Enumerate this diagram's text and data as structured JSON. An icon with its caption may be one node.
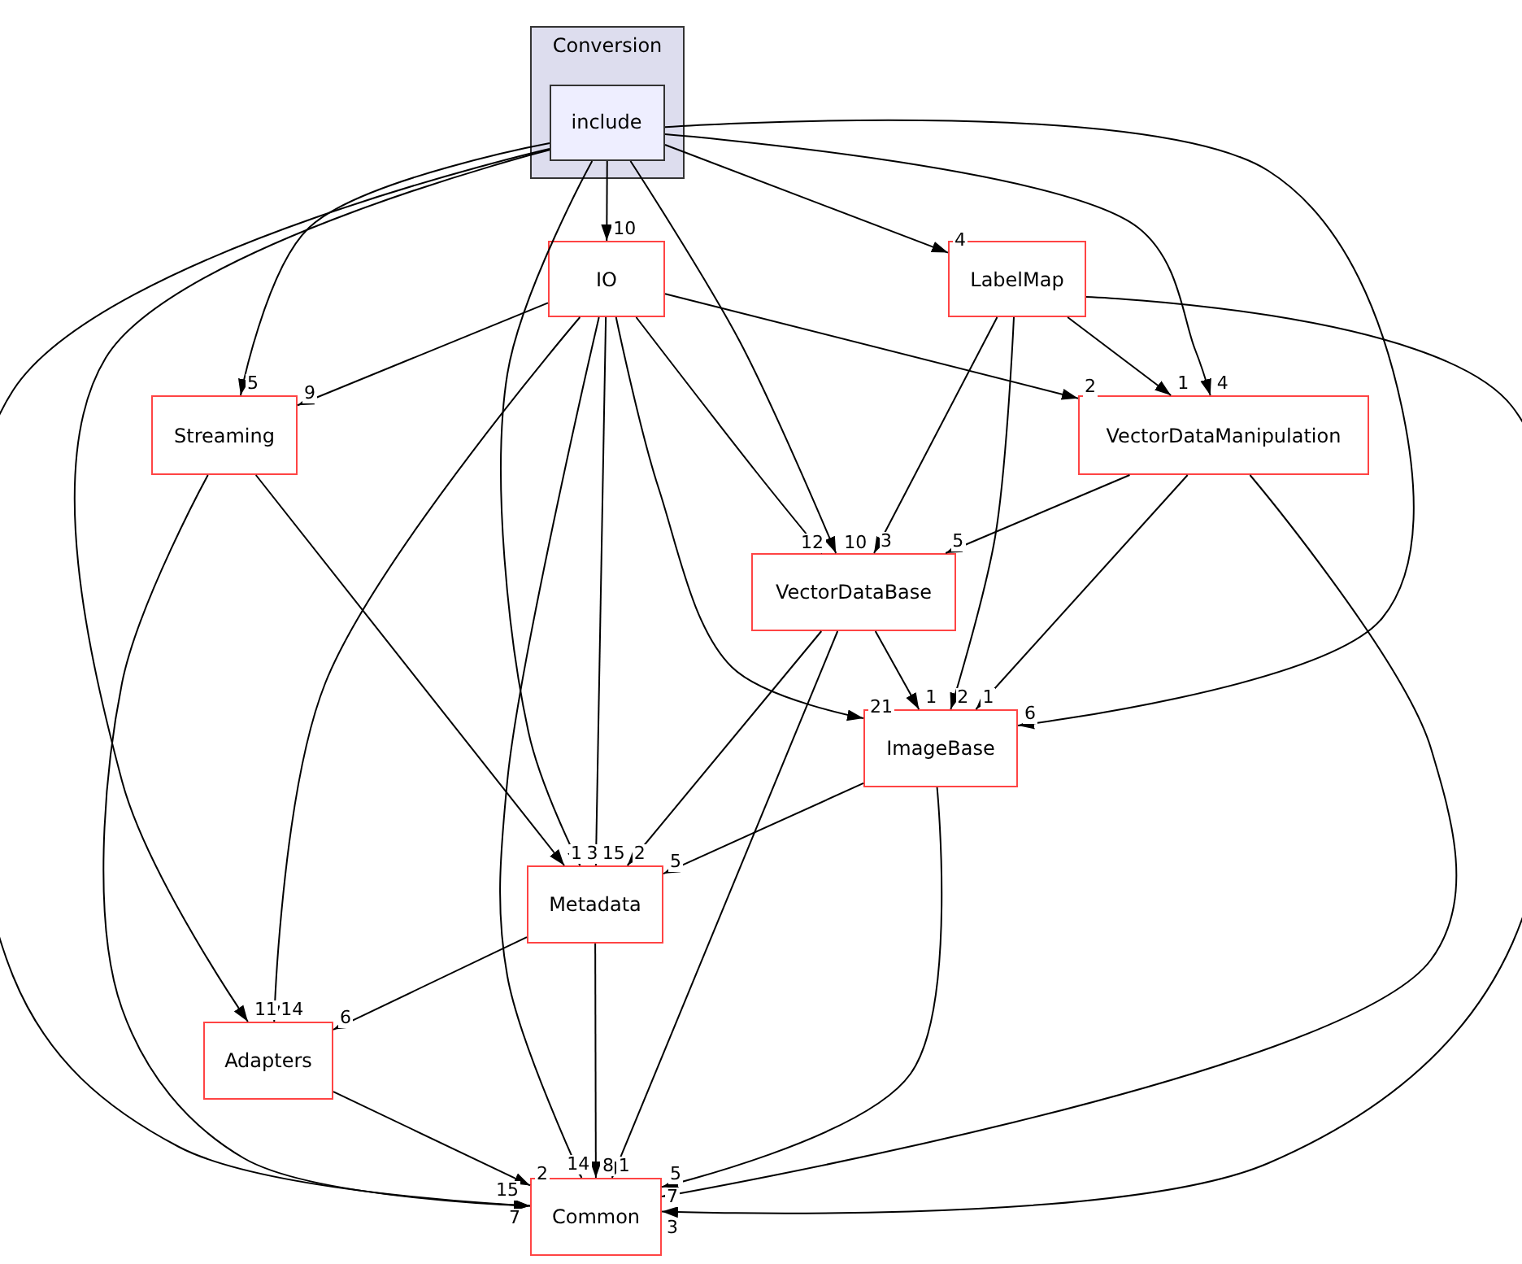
{
  "diagram": {
    "nodes": [
      {
        "text": [
          "Conversion"
        ]
      },
      {
        "text": [
          "include"
        ],
        "in": 0
      },
      {
        "text": [
          "IO"
        ]
      },
      {
        "text": [
          "LabelMap"
        ]
      },
      {
        "text": [
          "Streaming"
        ]
      },
      {
        "text": [
          "VectorDataManipulation"
        ]
      },
      {
        "text": [
          "VectorDataBase"
        ]
      },
      {
        "text": [
          "ImageBase"
        ]
      },
      {
        "text": [
          "Metadata"
        ]
      },
      {
        "text": [
          "Adapters"
        ]
      },
      {
        "text": [
          "Common"
        ]
      }
    ],
    "edges": [
      {
        "from": 1,
        "to": 2,
        "arrow": "to",
        "label": "10"
      },
      {
        "from": 1,
        "to": 3,
        "arrow": "to",
        "label": "4"
      },
      {
        "from": 1,
        "to": 4,
        "arrow": "to",
        "label": "5"
      },
      {
        "from": 1,
        "to": 5,
        "arrow": "to",
        "label": "4"
      },
      {
        "from": 1,
        "to": 6,
        "arrow": "to",
        "label": "10"
      },
      {
        "from": 1,
        "to": 7,
        "arrow": "to",
        "label": "6"
      },
      {
        "from": 1,
        "to": 8,
        "arrow": "to",
        "label": "3"
      },
      {
        "from": 1,
        "to": 9,
        "arrow": "to",
        "label": "11"
      },
      {
        "from": 1,
        "to": 10,
        "arrow": "to",
        "label": "7"
      },
      {
        "from": 2,
        "to": 4,
        "arrow": "to",
        "label": "9"
      },
      {
        "from": 2,
        "to": 5,
        "arrow": "to",
        "label": "2"
      },
      {
        "from": 2,
        "to": 6,
        "arrow": "to",
        "label": "12"
      },
      {
        "from": 2,
        "to": 7,
        "arrow": "to",
        "label": "21"
      },
      {
        "from": 2,
        "to": 8,
        "arrow": "to",
        "label": "15"
      },
      {
        "from": 2,
        "to": 9,
        "arrow": "to",
        "label": "14"
      },
      {
        "from": 2,
        "to": 10,
        "arrow": "to",
        "label": "14"
      },
      {
        "from": 3,
        "to": 5,
        "arrow": "to",
        "label": "1"
      },
      {
        "from": 3,
        "to": 6,
        "arrow": "to",
        "label": "3"
      },
      {
        "from": 3,
        "to": 7,
        "arrow": "to",
        "label": "2"
      },
      {
        "from": 3,
        "to": 10,
        "arrow": "to",
        "label": "3"
      },
      {
        "from": 4,
        "to": 8,
        "arrow": "to",
        "label": "1"
      },
      {
        "from": 4,
        "to": 10,
        "arrow": "to",
        "label": "15"
      },
      {
        "from": 5,
        "to": 6,
        "arrow": "to",
        "label": "5"
      },
      {
        "from": 5,
        "to": 7,
        "arrow": "to",
        "label": "1"
      },
      {
        "from": 5,
        "to": 10,
        "arrow": "to",
        "label": "7"
      },
      {
        "from": 6,
        "to": 7,
        "arrow": "to",
        "label": "1"
      },
      {
        "from": 6,
        "to": 8,
        "arrow": "to",
        "label": "2"
      },
      {
        "from": 6,
        "to": 10,
        "arrow": "to",
        "label": "1"
      },
      {
        "from": 7,
        "to": 8,
        "arrow": "to",
        "label": "5"
      },
      {
        "from": 7,
        "to": 10,
        "arrow": "to",
        "label": "5"
      },
      {
        "from": 8,
        "to": 9,
        "arrow": "to",
        "label": "6"
      },
      {
        "from": 8,
        "to": 10,
        "arrow": "to",
        "label": "8"
      },
      {
        "from": 9,
        "to": 10,
        "arrow": "to",
        "label": "2"
      }
    ]
  }
}
